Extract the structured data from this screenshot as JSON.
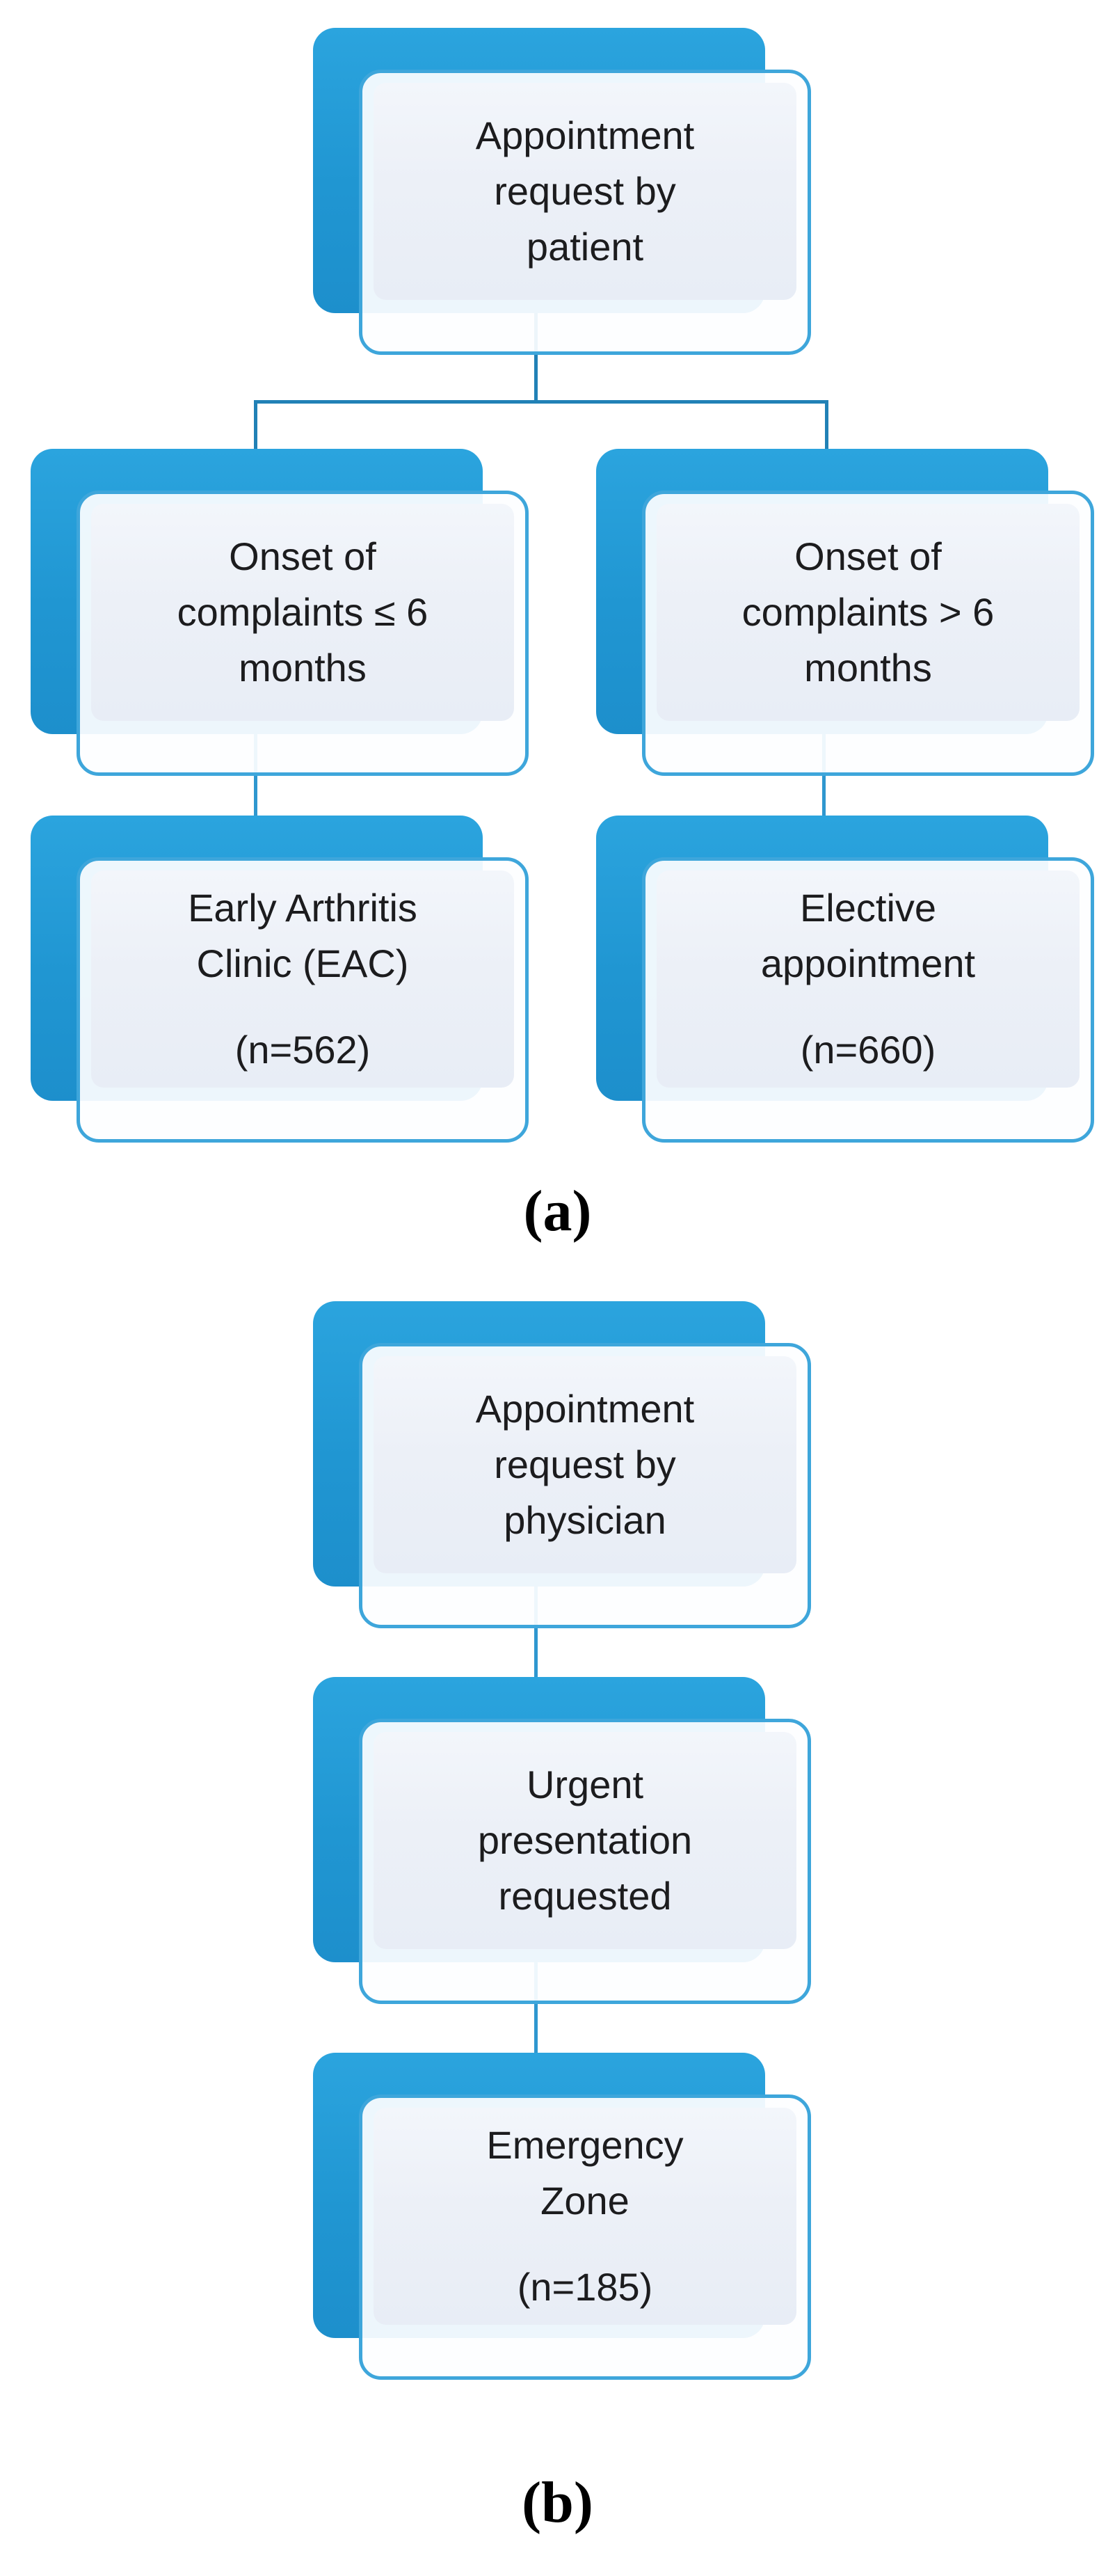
{
  "figure": {
    "colors": {
      "shadow_blue_top": "#2ba4de",
      "shadow_blue_bottom": "#1d8fcc",
      "front_border_blue": "#3ea6db",
      "front_fill": "#fdfeff",
      "panel_fill": "#e9edf6",
      "connector_dark": "#2181b6",
      "connector_light": "#2f97cf",
      "text_color": "#1c1c1e",
      "background": "#ffffff"
    },
    "charts": [
      {
        "label": "(a)",
        "nodes": [
          {
            "id": "appointment-request-patient",
            "text": "Appointment\nrequest by\npatient"
          },
          {
            "id": "onset-complaints-le-6",
            "text": "Onset of\ncomplaints ≤ 6\nmonths"
          },
          {
            "id": "onset-complaints-gt-6",
            "text": "Onset of\ncomplaints > 6\nmonths"
          },
          {
            "id": "early-arthritis-clinic",
            "text": "Early Arthritis\nClinic (EAC)",
            "count": "(n=562)"
          },
          {
            "id": "elective-appointment",
            "text": "Elective\nappointment",
            "count": "(n=660)"
          }
        ]
      },
      {
        "label": "(b)",
        "nodes": [
          {
            "id": "appointment-request-physician",
            "text": "Appointment\nrequest by\nphysician"
          },
          {
            "id": "urgent-presentation-requested",
            "text": "Urgent\npresentation\nrequested"
          },
          {
            "id": "emergency-zone",
            "text": "Emergency\nZone",
            "count": "(n=185)"
          }
        ]
      }
    ]
  }
}
